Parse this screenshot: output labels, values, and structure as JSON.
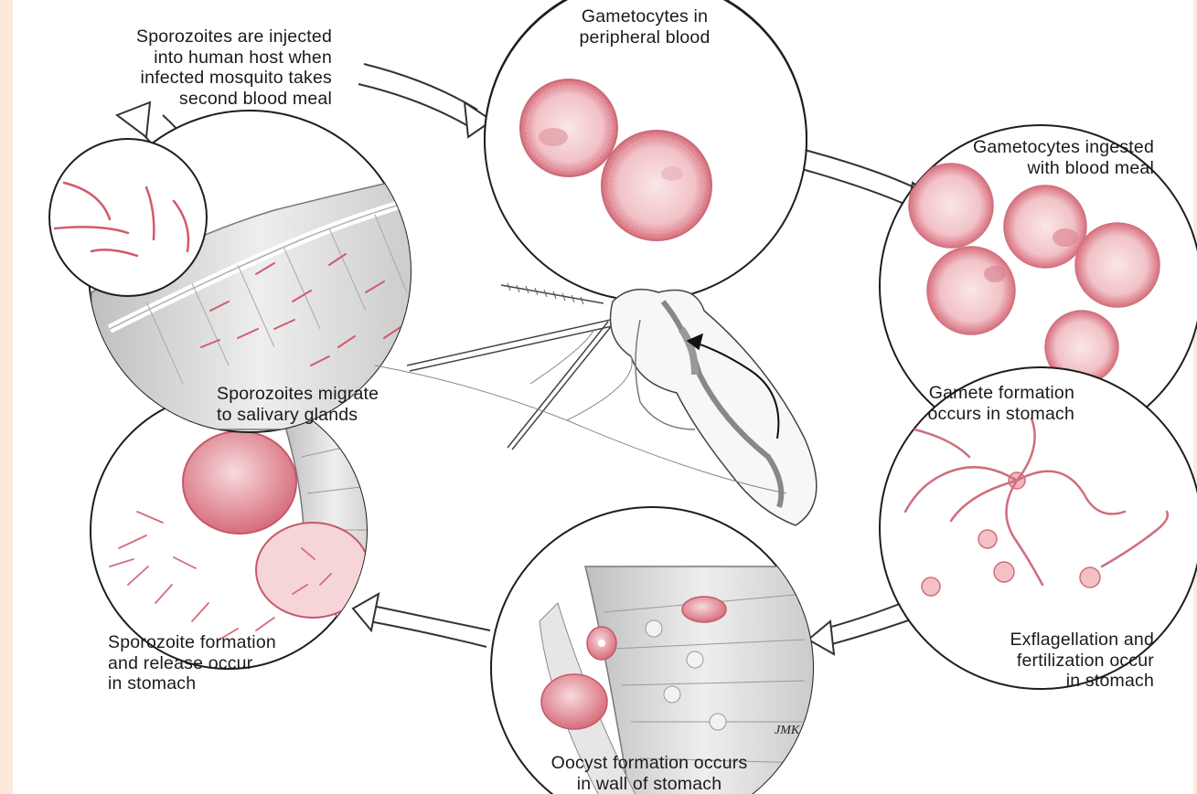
{
  "labels": {
    "sporozoites_injected": "Sporozoites are injected\ninto human host when\ninfected mosquito takes\nsecond blood meal",
    "gametocytes_blood": "Gametocytes in\nperipheral blood",
    "gametocytes_ingested": "Gametocytes ingested\nwith blood meal",
    "gamete_formation": "Gamete formation\noccurs in stomach",
    "exflagellation": "Exflagellation and\nfertilization occur\nin stomach",
    "oocyst_formation": "Oocyst formation occurs\nin wall of stomach",
    "sporozoite_formation": "Sporozoite formation\nand release occur\nin stomach",
    "sporozoites_migrate": "Sporozoites migrate\nto salivary glands"
  },
  "artist_signature": "JMK",
  "colors": {
    "cell_fill": "#f4cfd2",
    "cell_stroke": "#c84a5a",
    "tissue_fill": "#dcdcdc",
    "line": "#222222",
    "background_strip": "#fde9dc"
  }
}
